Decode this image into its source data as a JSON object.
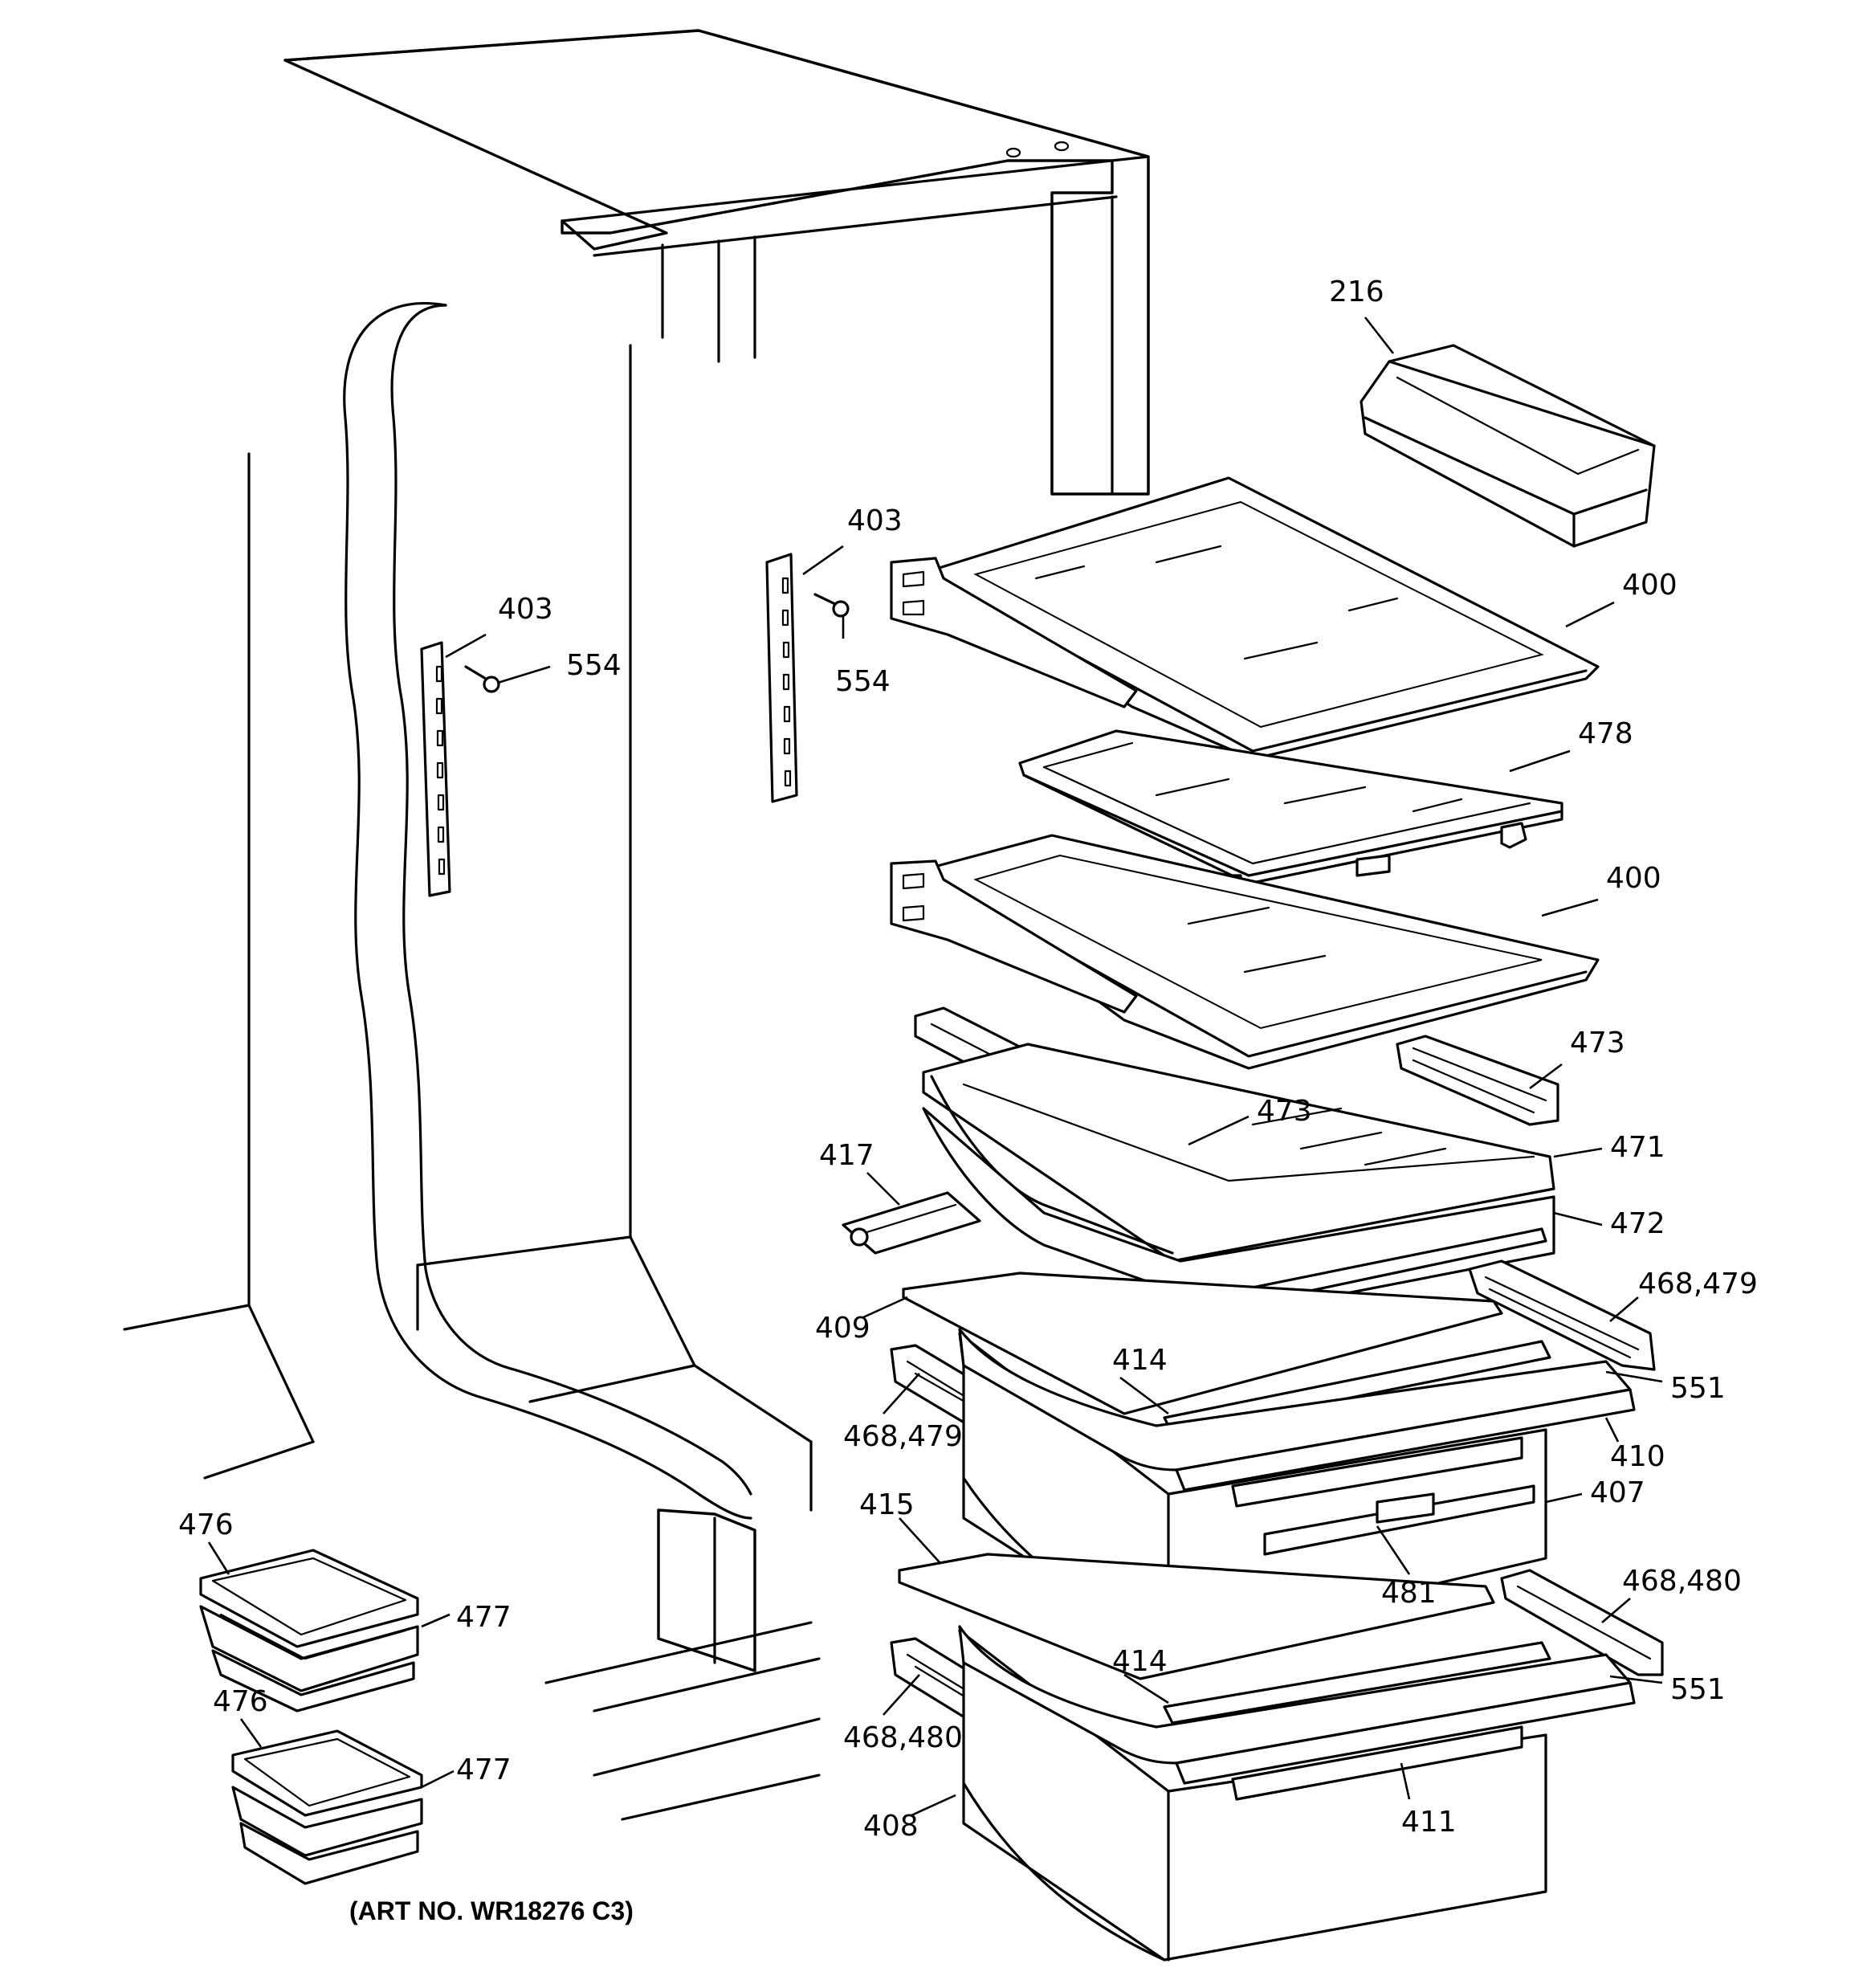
{
  "diagram": {
    "art_number": "(ART NO. WR18276 C3)",
    "callouts": {
      "c216": "216",
      "c403a": "403",
      "c403b": "403",
      "c554a": "554",
      "c554b": "554",
      "c400a": "400",
      "c478": "478",
      "c400b": "400",
      "c473a": "473",
      "c473b": "473",
      "c417": "417",
      "c471": "471",
      "c472": "472",
      "c468_479a": "468,479",
      "c409": "409",
      "c414a": "414",
      "c551a": "551",
      "c468_479b": "468,479",
      "c410": "410",
      "c407": "407",
      "c415": "415",
      "c481": "481",
      "c468_480a": "468,480",
      "c414b": "414",
      "c551b": "551",
      "c468_480b": "468,480",
      "c411": "411",
      "c408": "408",
      "c476a": "476",
      "c477a": "477",
      "c476b": "476",
      "c477b": "477"
    }
  }
}
